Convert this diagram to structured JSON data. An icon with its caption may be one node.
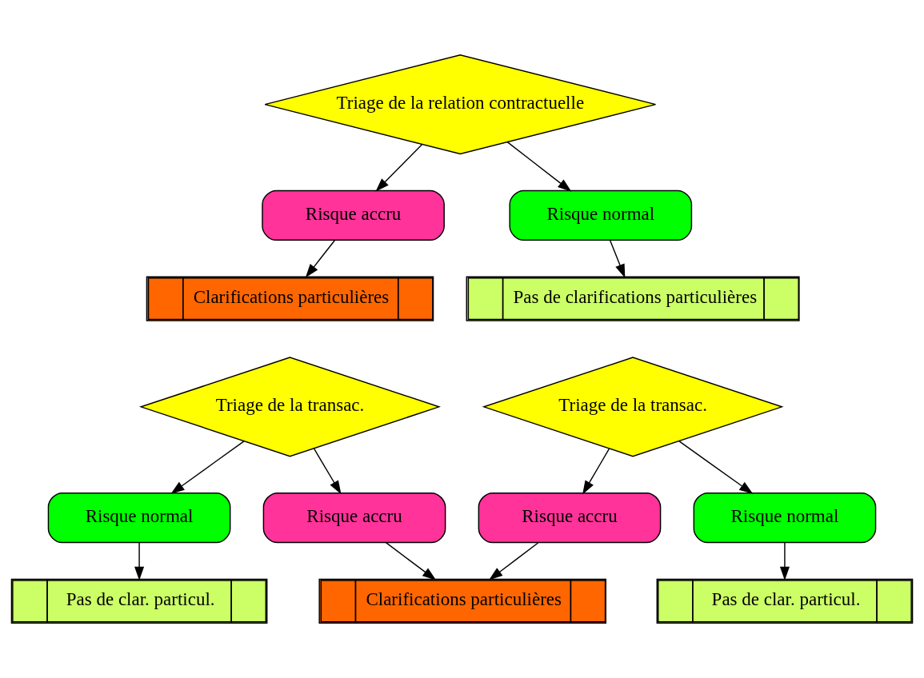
{
  "diagram": {
    "nodes": [
      {
        "text": [
          "Triage de la relation contractuelle"
        ]
      },
      {
        "text": [
          "Risque accru"
        ]
      },
      {
        "text": [
          "Risque normal"
        ]
      },
      {
        "text": [
          "Clarifications particulières"
        ]
      },
      {
        "text": [
          "Pas de clarifications particulières"
        ]
      },
      {
        "text": [
          "Triage de la transac."
        ]
      },
      {
        "text": [
          "Triage de la transac."
        ]
      },
      {
        "text": [
          "Risque normal"
        ]
      },
      {
        "text": [
          "Risque accru"
        ]
      },
      {
        "text": [
          "Risque accru"
        ]
      },
      {
        "text": [
          "Risque normal"
        ]
      },
      {
        "text": [
          "Pas de clar. particul."
        ]
      },
      {
        "text": [
          "Clarifications particulières"
        ]
      },
      {
        "text": [
          "Pas de clar. particul."
        ]
      }
    ],
    "edges": [
      {
        "from": 0,
        "to": 1,
        "arrow": "to"
      },
      {
        "from": 0,
        "to": 2,
        "arrow": "to"
      },
      {
        "from": 1,
        "to": 3,
        "arrow": "to"
      },
      {
        "from": 2,
        "to": 4,
        "arrow": "to"
      },
      {
        "from": 5,
        "to": 7,
        "arrow": "to"
      },
      {
        "from": 5,
        "to": 8,
        "arrow": "to"
      },
      {
        "from": 6,
        "to": 9,
        "arrow": "to"
      },
      {
        "from": 6,
        "to": 10,
        "arrow": "to"
      },
      {
        "from": 7,
        "to": 11,
        "arrow": "to"
      },
      {
        "from": 8,
        "to": 12,
        "arrow": "to"
      },
      {
        "from": 9,
        "to": 12,
        "arrow": "to"
      },
      {
        "from": 10,
        "to": 13,
        "arrow": "to"
      }
    ]
  }
}
